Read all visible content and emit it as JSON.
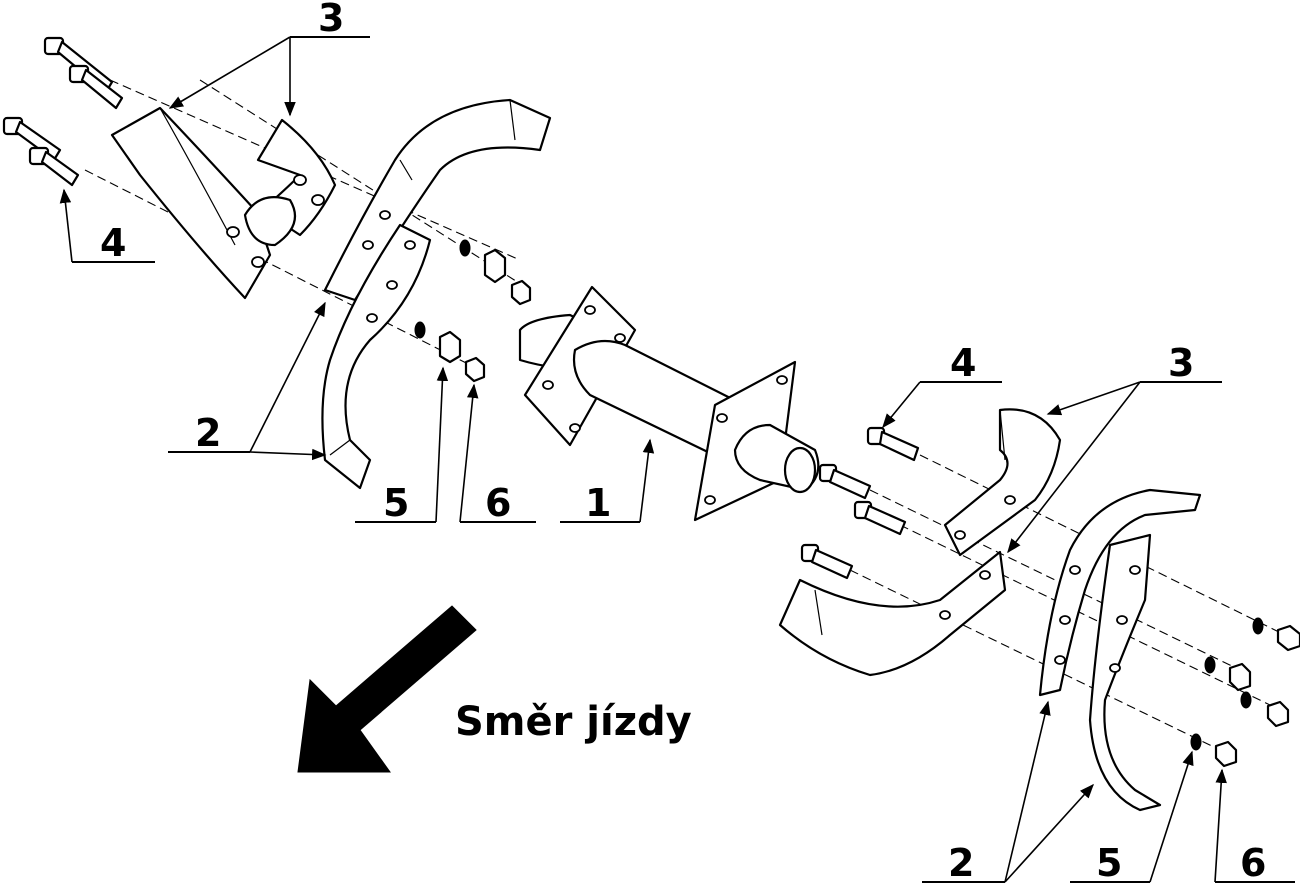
{
  "colors": {
    "ink": "#000000",
    "paper": "#ffffff"
  },
  "direction_label": "Směr jízdy",
  "callouts": {
    "c3_top_left": "3",
    "c4_left": "4",
    "c2_left": "2",
    "c5_left": "5",
    "c6_left": "6",
    "c1_center": "1",
    "c4_right": "4",
    "c3_right": "3",
    "c2_bottom_right": "2",
    "c5_bottom_right": "5",
    "c6_bottom_right": "6"
  },
  "icons": [
    "direction-arrow-icon"
  ]
}
